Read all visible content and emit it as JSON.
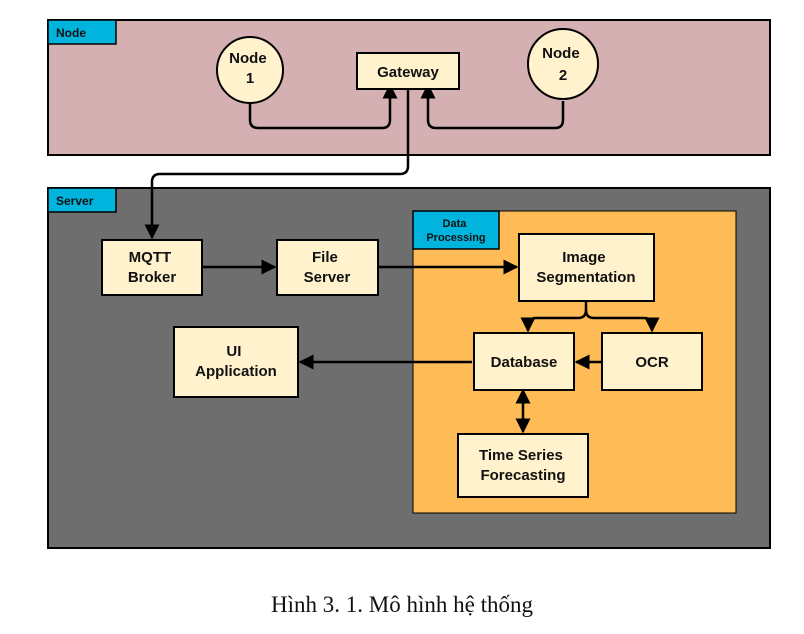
{
  "colors": {
    "node_region": "#d4b0b2",
    "server_region": "#6e6e6e",
    "processing_region": "#ffbb55",
    "tag": "#00b4dd",
    "box": "#fff2cc",
    "line": "#000000"
  },
  "regions": {
    "node": "Node",
    "server": "Server",
    "data_processing": [
      "Data",
      "Processing"
    ]
  },
  "nodes": {
    "node1": [
      "Node",
      "1"
    ],
    "node2": [
      "Node",
      "2"
    ],
    "gateway": [
      "Gateway"
    ],
    "mqtt": [
      "MQTT",
      "Broker"
    ],
    "file_server": [
      "File",
      "Server"
    ],
    "image_seg": [
      "Image",
      "Segmentation"
    ],
    "database": [
      "Database"
    ],
    "ocr": [
      "OCR"
    ],
    "ui_app": [
      "UI",
      "Application"
    ],
    "forecasting": [
      "Time Series",
      "Forecasting"
    ]
  },
  "caption": "Hình 3. 1. Mô hình hệ thống"
}
